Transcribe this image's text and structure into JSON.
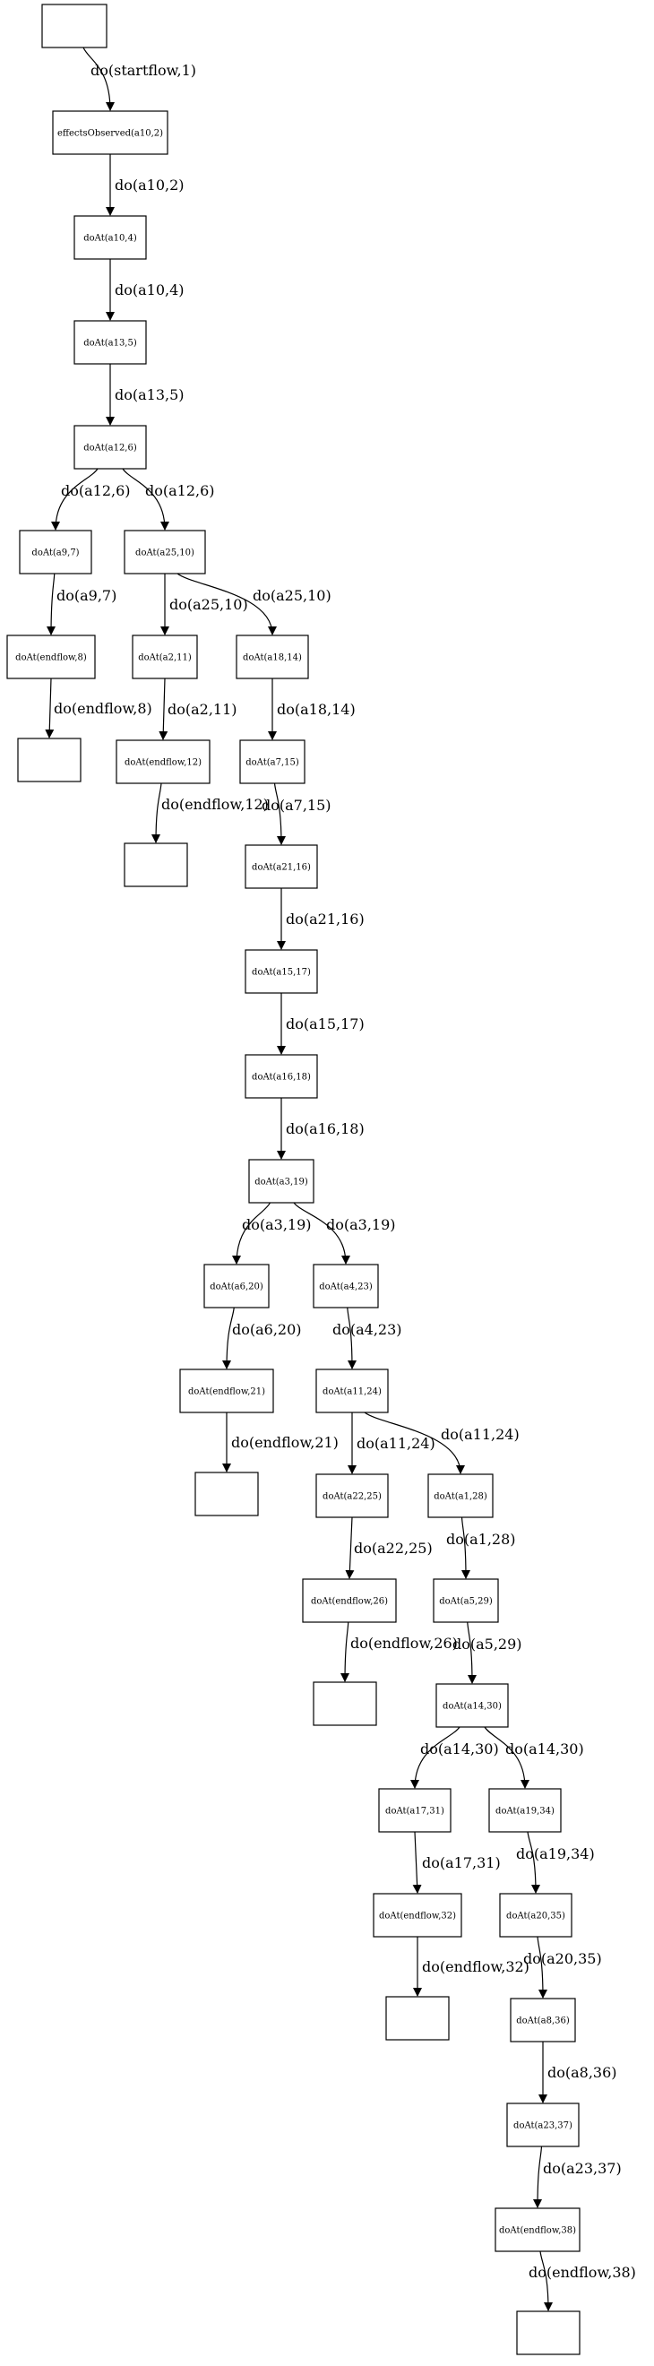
{
  "nodes": [
    {
      "id": "start",
      "label": ""
    },
    {
      "id": "n2",
      "label": "effectsObserved(a10,2)"
    },
    {
      "id": "n4",
      "label": "doAt(a10,4)"
    },
    {
      "id": "n5",
      "label": "doAt(a13,5)"
    },
    {
      "id": "n6",
      "label": "doAt(a12,6)"
    },
    {
      "id": "n7",
      "label": "doAt(a9,7)"
    },
    {
      "id": "n10",
      "label": "doAt(a25,10)"
    },
    {
      "id": "n8",
      "label": "doAt(endflow,8)"
    },
    {
      "id": "n11",
      "label": "doAt(a2,11)"
    },
    {
      "id": "n14",
      "label": "doAt(a18,14)"
    },
    {
      "id": "e8",
      "label": ""
    },
    {
      "id": "n12",
      "label": "doAt(endflow,12)"
    },
    {
      "id": "n15",
      "label": "doAt(a7,15)"
    },
    {
      "id": "e12",
      "label": ""
    },
    {
      "id": "n16",
      "label": "doAt(a21,16)"
    },
    {
      "id": "n17",
      "label": "doAt(a15,17)"
    },
    {
      "id": "n18",
      "label": "doAt(a16,18)"
    },
    {
      "id": "n19",
      "label": "doAt(a3,19)"
    },
    {
      "id": "n20",
      "label": "doAt(a6,20)"
    },
    {
      "id": "n23",
      "label": "doAt(a4,23)"
    },
    {
      "id": "n21",
      "label": "doAt(endflow,21)"
    },
    {
      "id": "n24",
      "label": "doAt(a11,24)"
    },
    {
      "id": "e21",
      "label": ""
    },
    {
      "id": "n25",
      "label": "doAt(a22,25)"
    },
    {
      "id": "n28",
      "label": "doAt(a1,28)"
    },
    {
      "id": "n26",
      "label": "doAt(endflow,26)"
    },
    {
      "id": "n29",
      "label": "doAt(a5,29)"
    },
    {
      "id": "e26",
      "label": ""
    },
    {
      "id": "n30",
      "label": "doAt(a14,30)"
    },
    {
      "id": "n31",
      "label": "doAt(a17,31)"
    },
    {
      "id": "n34",
      "label": "doAt(a19,34)"
    },
    {
      "id": "n32",
      "label": "doAt(endflow,32)"
    },
    {
      "id": "n35",
      "label": "doAt(a20,35)"
    },
    {
      "id": "e32",
      "label": ""
    },
    {
      "id": "n36",
      "label": "doAt(a8,36)"
    },
    {
      "id": "n37",
      "label": "doAt(a23,37)"
    },
    {
      "id": "n38",
      "label": "doAt(endflow,38)"
    },
    {
      "id": "e38",
      "label": ""
    }
  ],
  "edges": [
    {
      "from": "start",
      "to": "n2",
      "label": "do(startflow,1)"
    },
    {
      "from": "n2",
      "to": "n4",
      "label": "do(a10,2)"
    },
    {
      "from": "n4",
      "to": "n5",
      "label": "do(a10,4)"
    },
    {
      "from": "n5",
      "to": "n6",
      "label": "do(a13,5)"
    },
    {
      "from": "n6",
      "to": "n7",
      "label": "do(a12,6)"
    },
    {
      "from": "n6",
      "to": "n10",
      "label": "do(a12,6)"
    },
    {
      "from": "n7",
      "to": "n8",
      "label": "do(a9,7)"
    },
    {
      "from": "n10",
      "to": "n11",
      "label": "do(a25,10)"
    },
    {
      "from": "n10",
      "to": "n14",
      "label": "do(a25,10)"
    },
    {
      "from": "n8",
      "to": "e8",
      "label": "do(endflow,8)"
    },
    {
      "from": "n11",
      "to": "n12",
      "label": "do(a2,11)"
    },
    {
      "from": "n14",
      "to": "n15",
      "label": "do(a18,14)"
    },
    {
      "from": "n12",
      "to": "e12",
      "label": "do(endflow,12)"
    },
    {
      "from": "n15",
      "to": "n16",
      "label": "do(a7,15)"
    },
    {
      "from": "n16",
      "to": "n17",
      "label": "do(a21,16)"
    },
    {
      "from": "n17",
      "to": "n18",
      "label": "do(a15,17)"
    },
    {
      "from": "n18",
      "to": "n19",
      "label": "do(a16,18)"
    },
    {
      "from": "n19",
      "to": "n20",
      "label": "do(a3,19)"
    },
    {
      "from": "n19",
      "to": "n23",
      "label": "do(a3,19)"
    },
    {
      "from": "n20",
      "to": "n21",
      "label": "do(a6,20)"
    },
    {
      "from": "n23",
      "to": "n24",
      "label": "do(a4,23)"
    },
    {
      "from": "n21",
      "to": "e21",
      "label": "do(endflow,21)"
    },
    {
      "from": "n24",
      "to": "n25",
      "label": "do(a11,24)"
    },
    {
      "from": "n24",
      "to": "n28",
      "label": "do(a11,24)"
    },
    {
      "from": "n25",
      "to": "n26",
      "label": "do(a22,25)"
    },
    {
      "from": "n28",
      "to": "n29",
      "label": "do(a1,28)"
    },
    {
      "from": "n26",
      "to": "e26",
      "label": "do(endflow,26)"
    },
    {
      "from": "n29",
      "to": "n30",
      "label": "do(a5,29)"
    },
    {
      "from": "n30",
      "to": "n31",
      "label": "do(a14,30)"
    },
    {
      "from": "n30",
      "to": "n34",
      "label": "do(a14,30)"
    },
    {
      "from": "n31",
      "to": "n32",
      "label": "do(a17,31)"
    },
    {
      "from": "n34",
      "to": "n35",
      "label": "do(a19,34)"
    },
    {
      "from": "n32",
      "to": "e32",
      "label": "do(endflow,32)"
    },
    {
      "from": "n35",
      "to": "n36",
      "label": "do(a20,35)"
    },
    {
      "from": "n36",
      "to": "n37",
      "label": "do(a8,36)"
    },
    {
      "from": "n37",
      "to": "n38",
      "label": "do(a23,37)"
    },
    {
      "from": "n38",
      "to": "e38",
      "label": "do(endflow,38)"
    }
  ]
}
